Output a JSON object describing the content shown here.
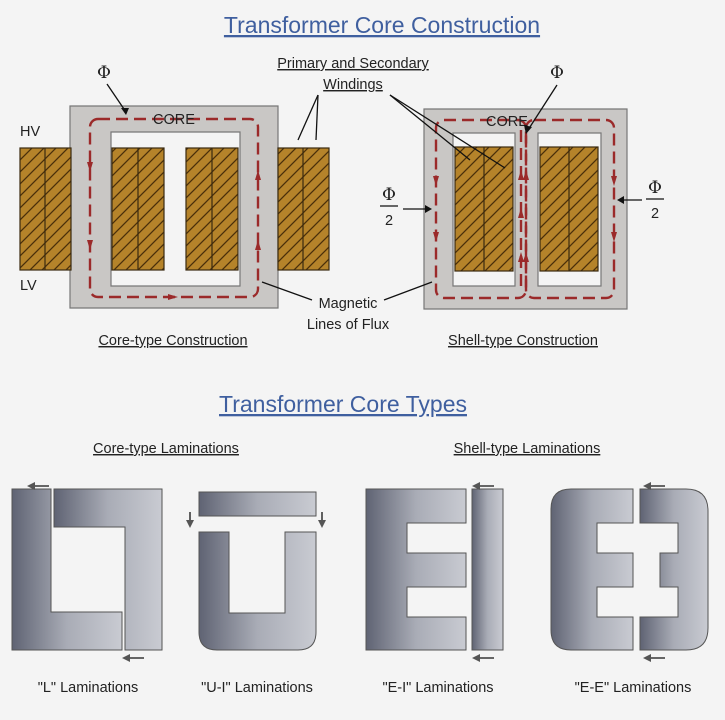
{
  "titles": {
    "construction": "Transformer Core Construction",
    "types": "Transformer Core Types"
  },
  "construction": {
    "core_type": {
      "caption": "Core-type Construction",
      "core_label": "CORE",
      "hv_label": "HV",
      "lv_label": "LV",
      "flux_symbol": "Φ"
    },
    "shell_type": {
      "caption": "Shell-type Construction",
      "core_label": "CORE",
      "flux_symbol": "Φ",
      "half_flux_num": "Φ",
      "half_flux_den": "2"
    },
    "windings_label_line1": "Primary and Secondary",
    "windings_label_line2": "Windings",
    "flux_label_line1": "Magnetic",
    "flux_label_line2": "Lines of Flux"
  },
  "laminations": {
    "core_type_heading": "Core-type Laminations",
    "shell_type_heading": "Shell-type Laminations",
    "items": [
      {
        "label": "\"L\" Laminations"
      },
      {
        "label": "\"U-I\" Laminations"
      },
      {
        "label": "\"E-I\" Laminations"
      },
      {
        "label": "\"E-E\" Laminations"
      }
    ]
  },
  "colors": {
    "title": "#3f5f9f",
    "flux": "#9b2a2a",
    "core": "#c9c7c5",
    "winding": "#b5832a"
  }
}
